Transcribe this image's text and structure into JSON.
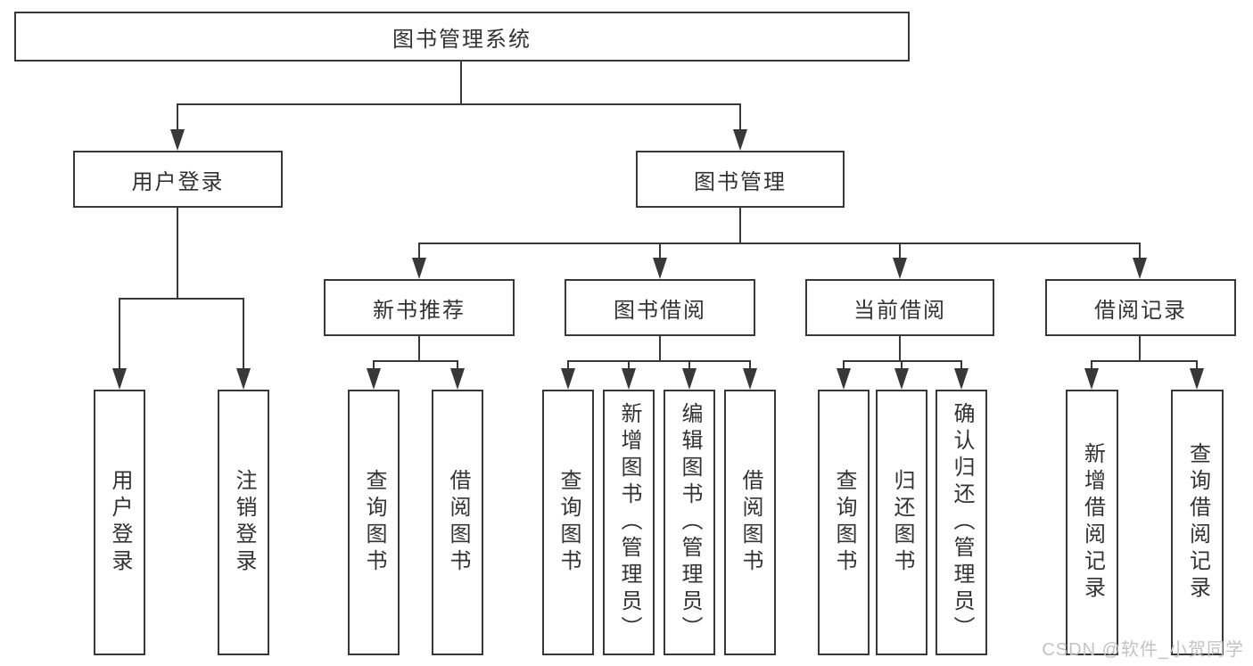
{
  "root": {
    "label": "图书管理系统"
  },
  "groups": {
    "user": {
      "label": "用户登录",
      "children": [
        "用户登录",
        "注销登录"
      ]
    },
    "book": {
      "label": "图书管理"
    },
    "newbook": {
      "label": "新书推荐",
      "children": [
        "查询图书",
        "借阅图书"
      ]
    },
    "borrow": {
      "label": "图书借阅",
      "children": [
        "查询图书",
        "新增图书（管理员）",
        "编辑图书（管理员）",
        "借阅图书"
      ]
    },
    "current": {
      "label": "当前借阅",
      "children": [
        "查询图书",
        "归还图书",
        "确认归还（管理员）"
      ]
    },
    "records": {
      "label": "借阅记录",
      "children": [
        "新增借阅记录",
        "查询借阅记录"
      ]
    }
  },
  "watermark": "CSDN @软件_小贺同学",
  "colors": {
    "line": "#383838",
    "text": "#333333",
    "watermark": "#c3c3c3",
    "background": "#ffffff"
  }
}
